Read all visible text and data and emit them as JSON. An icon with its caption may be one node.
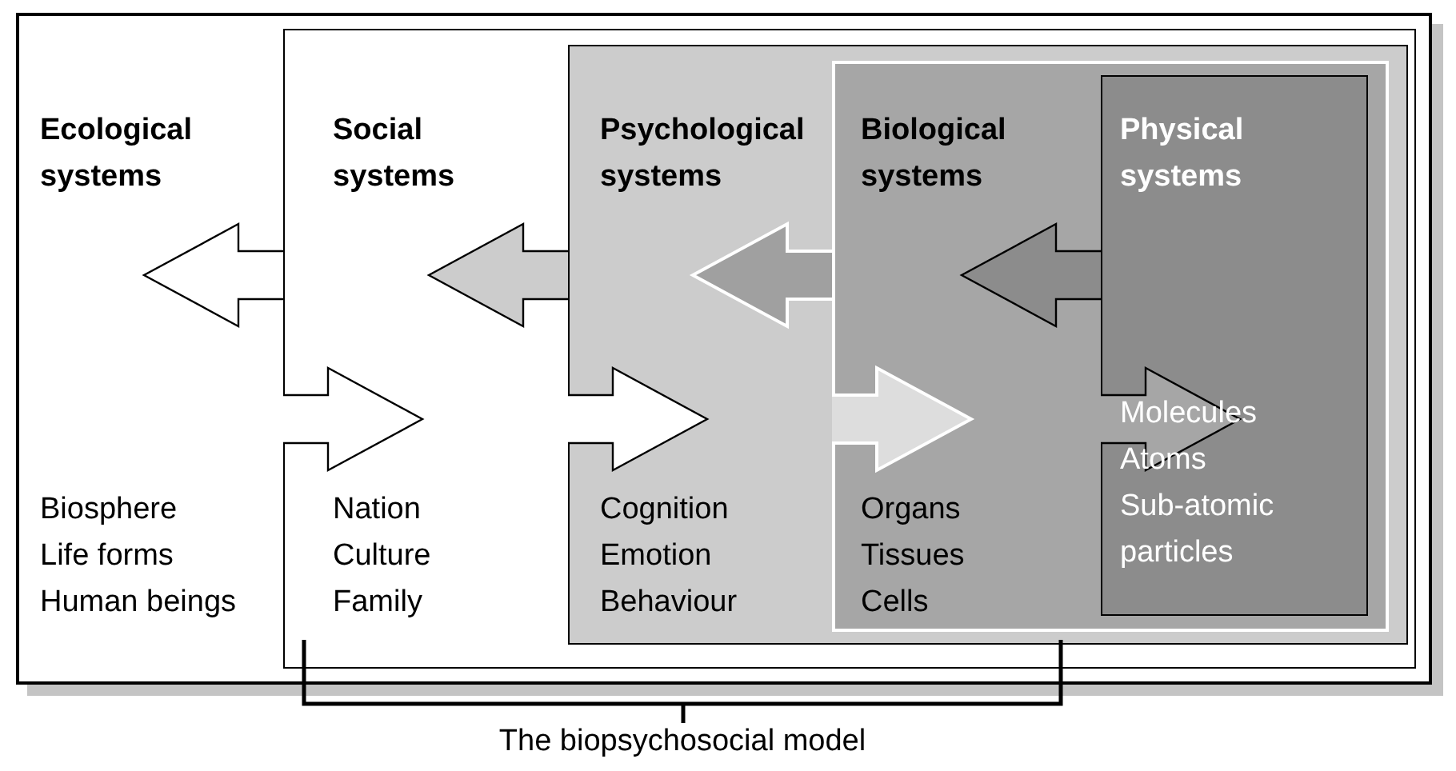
{
  "diagram": {
    "nodes": [
      {
        "text": [
          "Ecological systems",
          "Biosphere",
          "Life forms",
          "Human beings"
        ]
      },
      {
        "text": [
          "Social systems",
          "Nation",
          "Culture",
          "Family"
        ],
        "in": 0
      },
      {
        "text": [
          "Psychological systems",
          "Cognition",
          "Emotion",
          "Behaviour"
        ],
        "in": 1
      },
      {
        "text": [
          "Biological systems",
          "Organs",
          "Tissues",
          "Cells"
        ],
        "in": 2
      },
      {
        "text": [
          "Physical systems",
          "Molecules",
          "Atoms",
          "Sub-atomic particles"
        ],
        "in": 3
      }
    ],
    "edges": [
      {
        "from": 1,
        "to": 0,
        "arrow": "to"
      },
      {
        "from": 2,
        "to": 1,
        "arrow": "to",
        "color": "#cccccc"
      },
      {
        "from": 3,
        "to": 2,
        "arrow": "to",
        "color": "#a0a0a0"
      },
      {
        "from": 4,
        "to": 3,
        "arrow": "to",
        "color": "#8c8c8c"
      },
      {
        "from": 0,
        "to": 1,
        "arrow": "to"
      },
      {
        "from": 1,
        "to": 2,
        "arrow": "to"
      },
      {
        "from": 2,
        "to": 3,
        "arrow": "to",
        "color": "#dddddd"
      },
      {
        "from": 3,
        "to": 4,
        "arrow": "to",
        "color": "#a6a6a6"
      }
    ],
    "labels": [
      "The biopsychosocial model"
    ]
  }
}
